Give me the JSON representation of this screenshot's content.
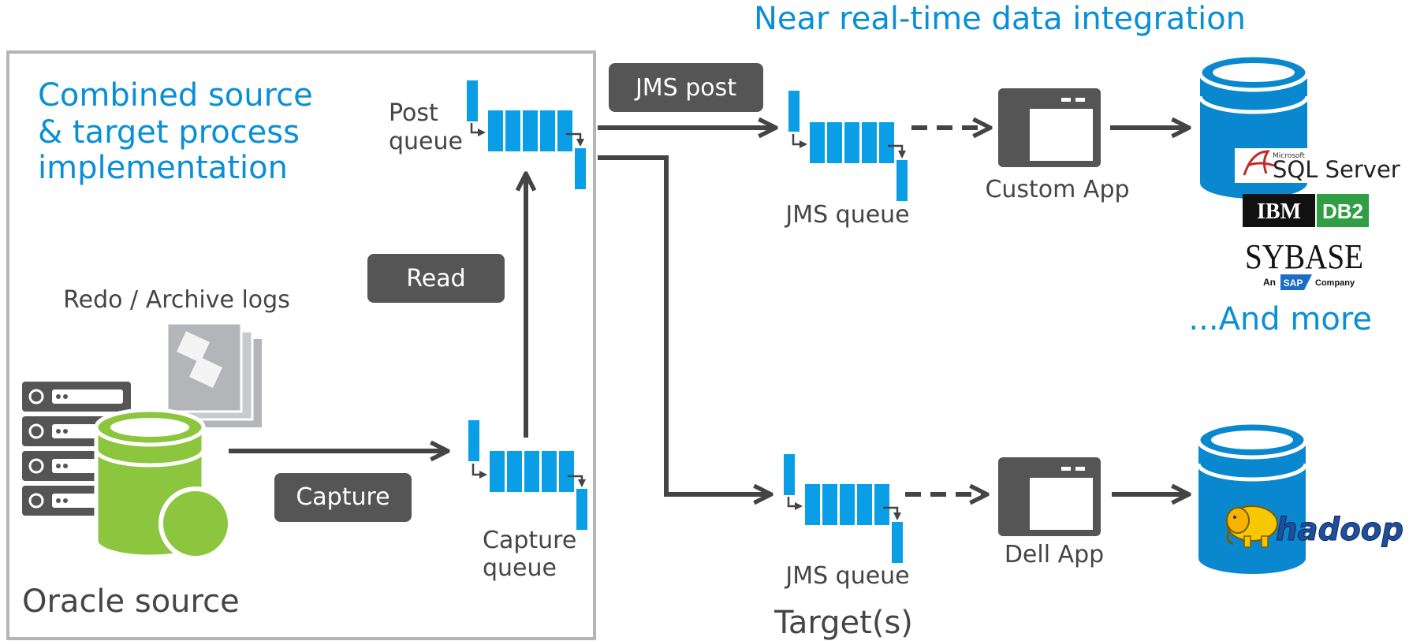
{
  "title": "Near real-time data integration",
  "left_panel": {
    "heading_lines": [
      "Combined source",
      "& target process",
      "implementation"
    ],
    "footer": "Oracle source"
  },
  "labels": {
    "redo_logs": "Redo / Archive logs",
    "post_queue": [
      "Post",
      "queue"
    ],
    "capture_queue": [
      "Capture",
      "queue"
    ],
    "jms_queue_top": "JMS queue",
    "jms_queue_bottom": "JMS queue",
    "custom_app": "Custom App",
    "dell_app": "Dell App",
    "targets": "Target(s)",
    "and_more": "...And more"
  },
  "actions": {
    "capture": "Capture",
    "read": "Read",
    "jms_post": "JMS post"
  },
  "logos": {
    "sql_server_small": "Microsoft",
    "sql_server": "SQL Server",
    "ibm": "IBM",
    "db2": "DB2",
    "sybase": "SYBASE",
    "sap_prefix": "An",
    "sap": "SAP",
    "sap_suffix": "Company",
    "hadoop": "hadoop"
  },
  "colors": {
    "accent_blue": "#0a8fd6",
    "queue_blue": "#0a9ee6",
    "db_green": "#8cc63f",
    "dark_gray": "#555555",
    "light_gray": "#b3b5b8"
  }
}
